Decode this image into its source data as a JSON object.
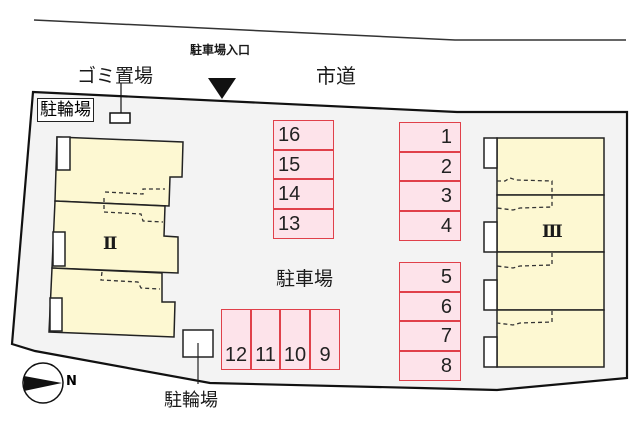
{
  "map": {
    "road_label": "市道",
    "entrance_label": "駐車場入口",
    "garbage_label": "ゴミ置場",
    "bicycle_parking_top_label": "駐輪場",
    "bicycle_parking_bottom_label": "駐輪場",
    "parking_lot_label": "駐車場",
    "compass_label": "N",
    "buildings": [
      {
        "id": "II",
        "label": "Ⅱ"
      },
      {
        "id": "III",
        "label": "Ⅲ"
      }
    ],
    "colors": {
      "slot_border": "#e0404a",
      "slot_fill": "#fde3ea",
      "building_fill": "#fdf8d2",
      "site_fill": "#f3f3f3"
    }
  },
  "parking_slots": {
    "column_left": [
      "16",
      "15",
      "14",
      "13"
    ],
    "column_right_top": [
      "1",
      "2",
      "3",
      "4"
    ],
    "column_right_bottom": [
      "5",
      "6",
      "7",
      "8"
    ],
    "row_bottom": [
      "12",
      "11",
      "10",
      "9"
    ]
  }
}
